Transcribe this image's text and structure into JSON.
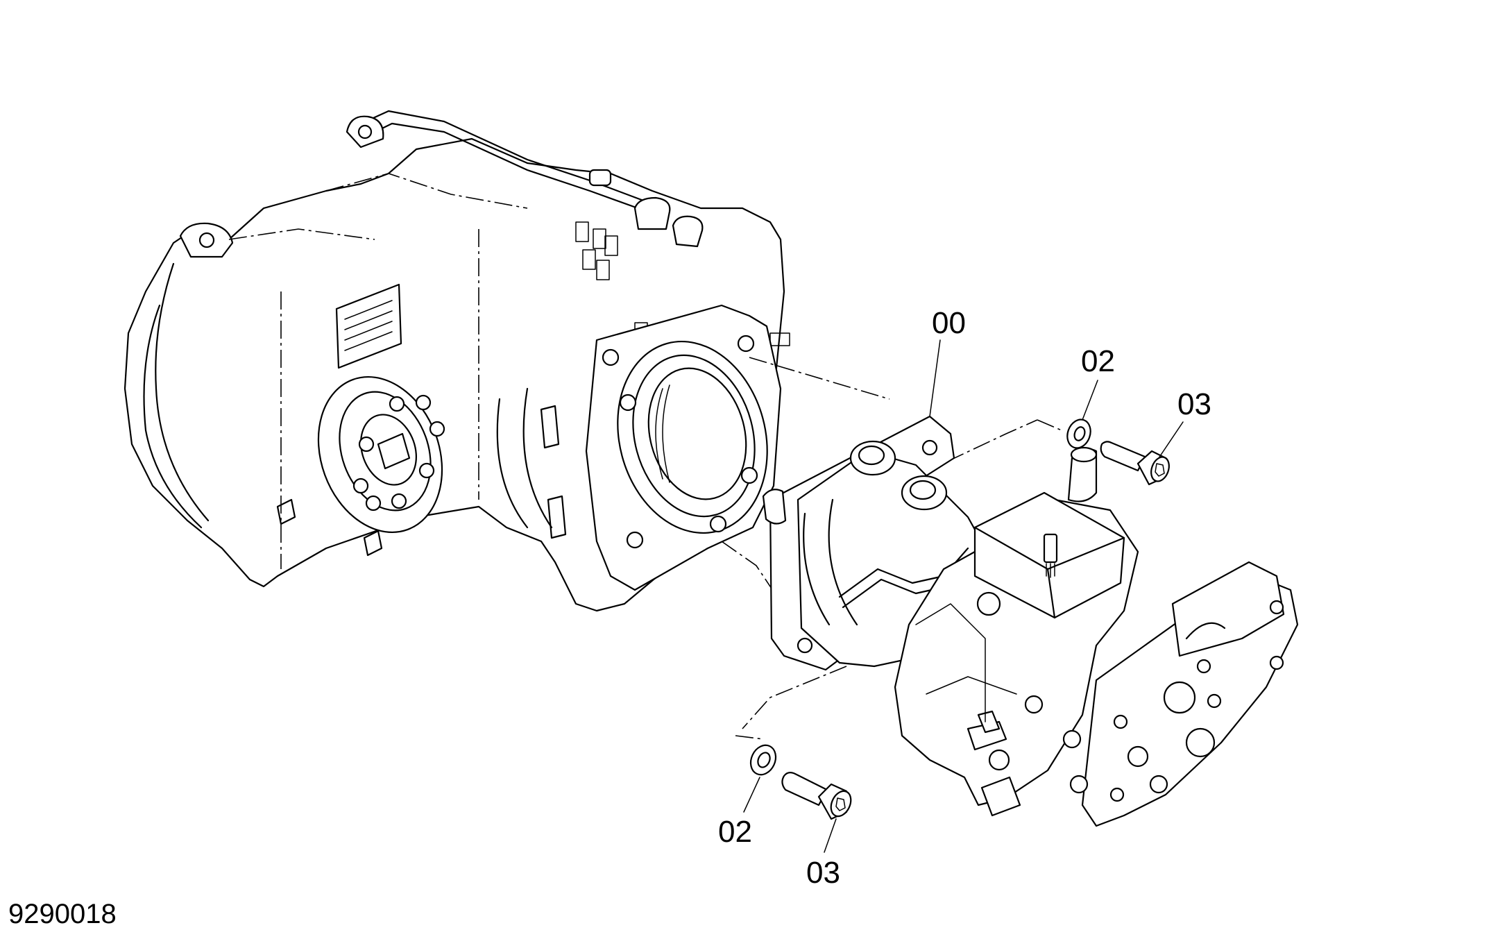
{
  "diagram_id": "9290018",
  "callouts": [
    {
      "key": "motor",
      "text": "00"
    },
    {
      "key": "washer_upper",
      "text": "02"
    },
    {
      "key": "bolt_upper",
      "text": "03"
    },
    {
      "key": "washer_lower",
      "text": "02"
    },
    {
      "key": "bolt_lower",
      "text": "03"
    }
  ]
}
